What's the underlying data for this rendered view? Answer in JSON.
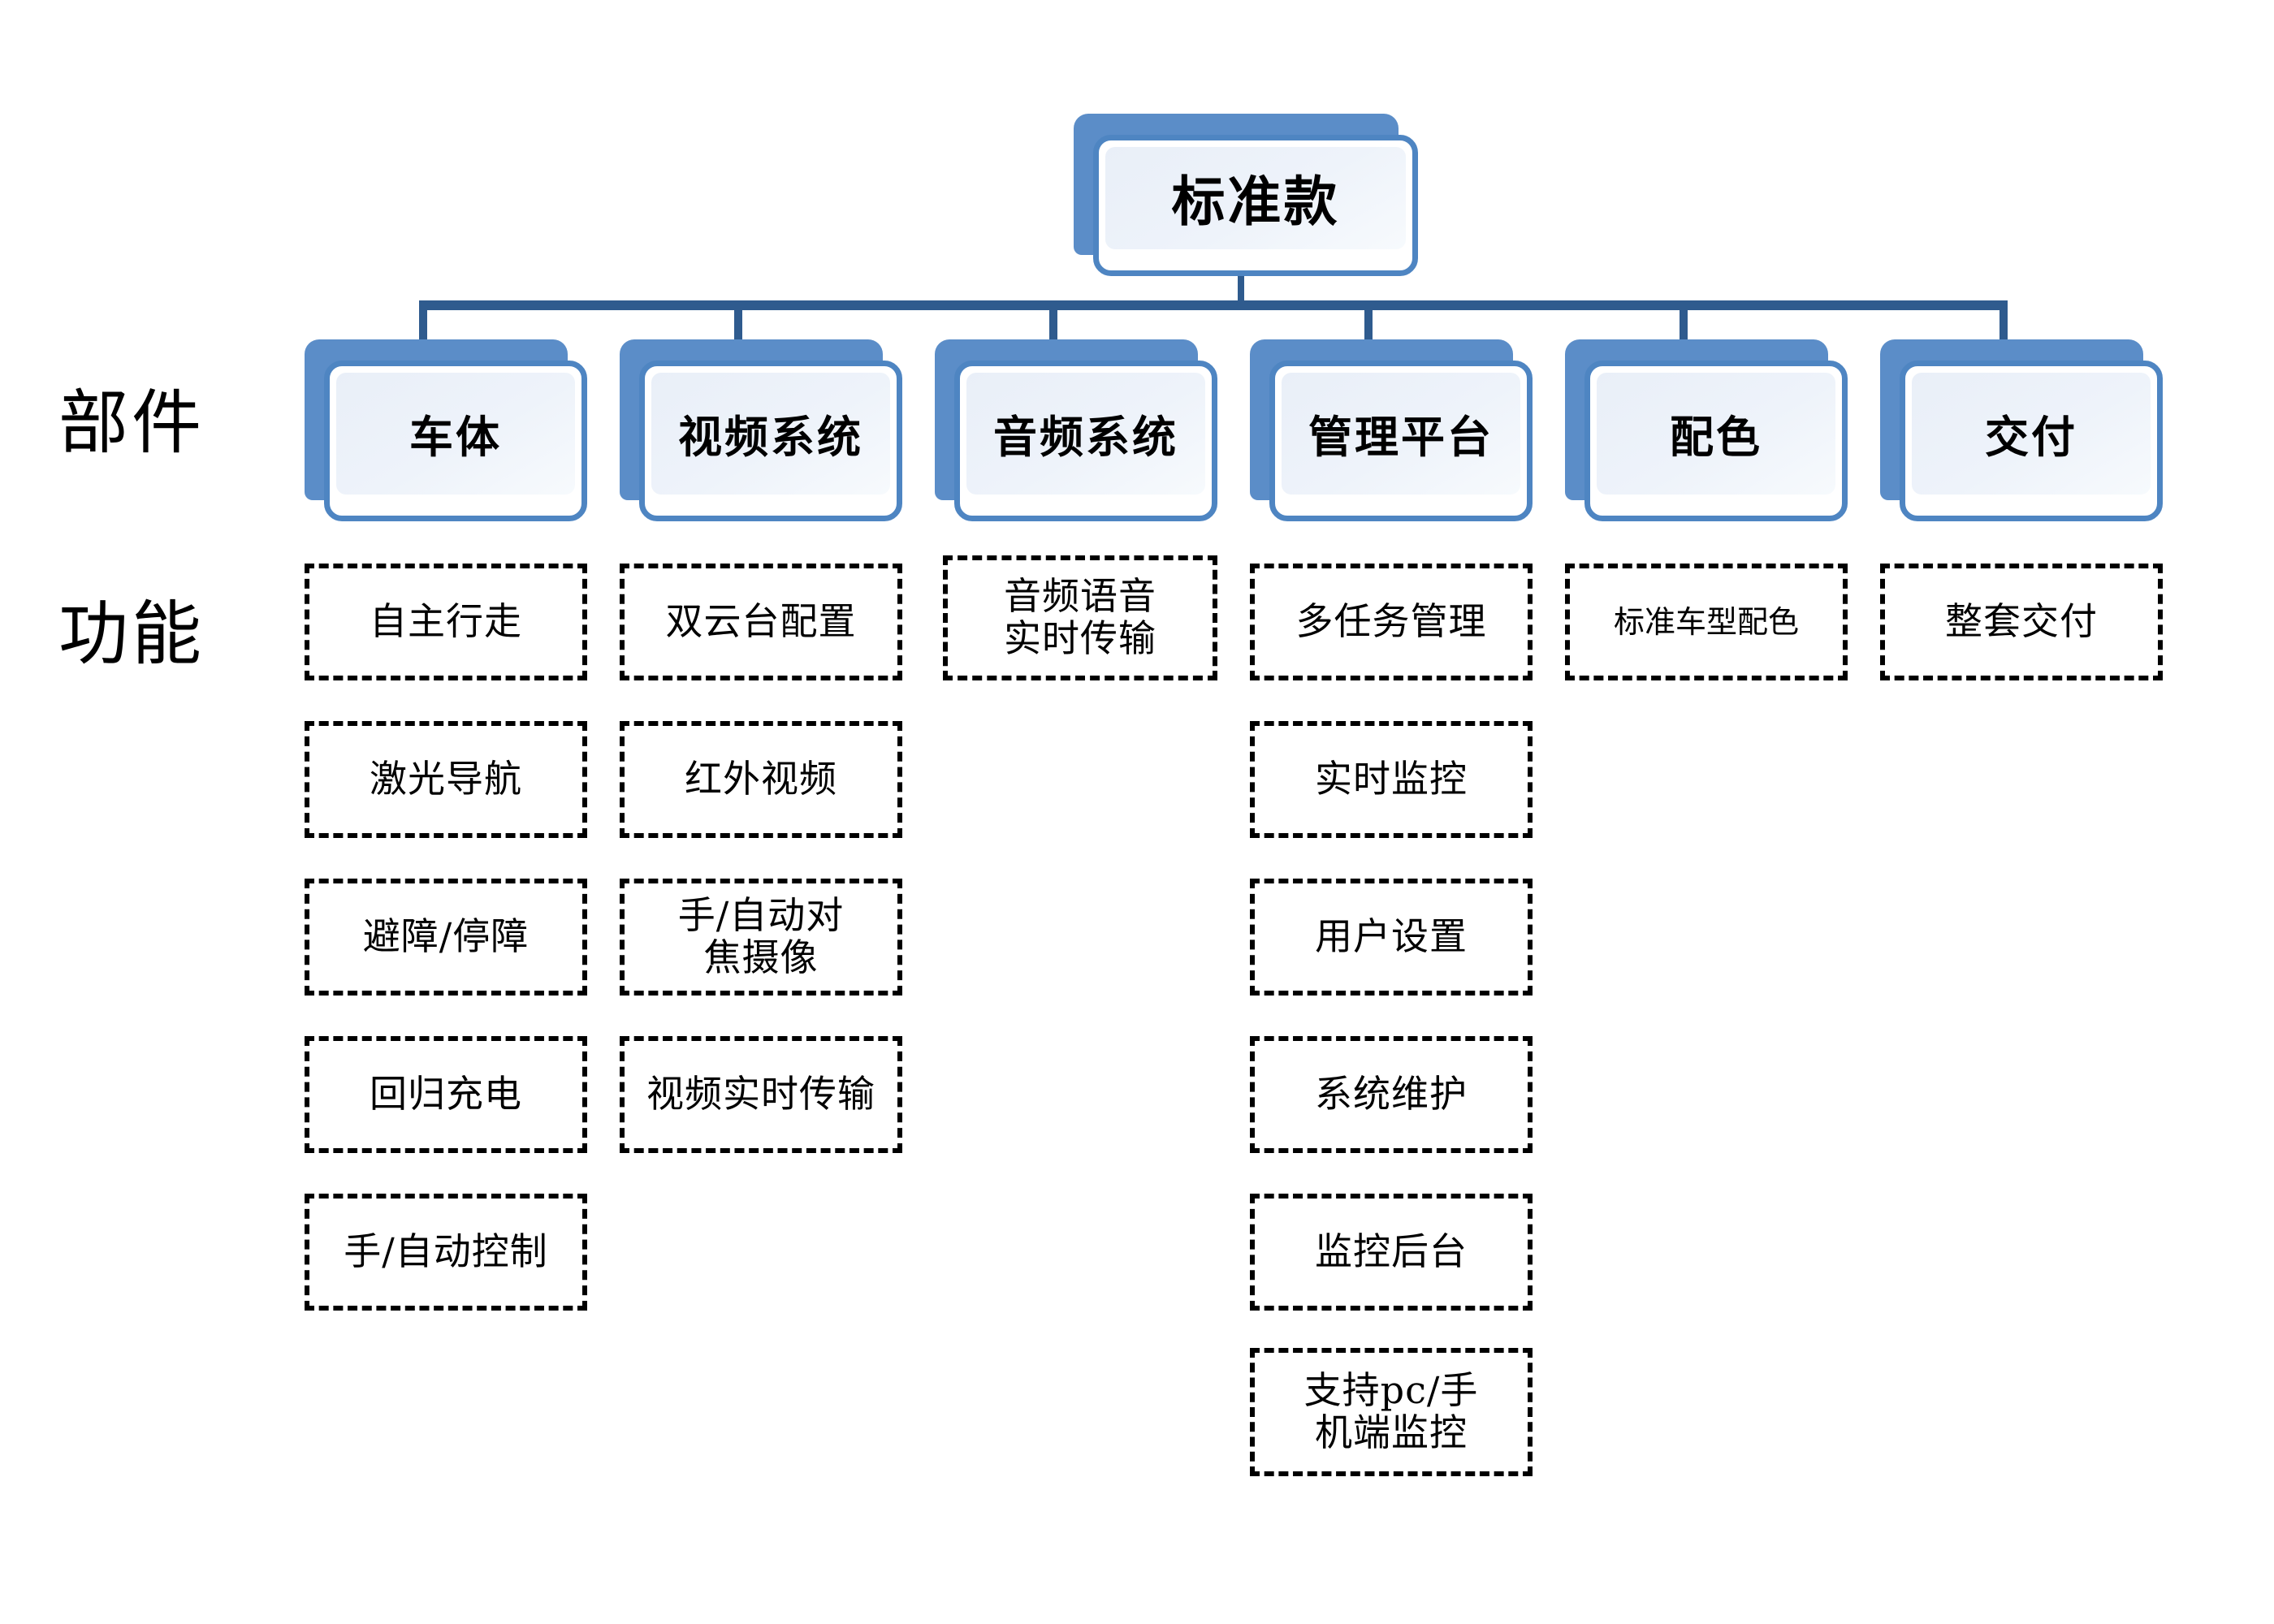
{
  "diagram": {
    "title_node": {
      "label": "标准款"
    },
    "row_labels": {
      "components": "部件",
      "functions": "功能"
    },
    "colors": {
      "node_plate": "#5B8DC8",
      "node_border": "#4E85C2",
      "node_inner_fill": "#EDF2FA",
      "connector": "#2F5B8E",
      "function_border": "#000000",
      "text": "#000000",
      "background": "#FFFFFF"
    },
    "columns": [
      {
        "component": "车体",
        "functions": [
          "自主行走",
          "激光导航",
          "避障/停障",
          "回归充电",
          "手/自动控制"
        ]
      },
      {
        "component": "视频系统",
        "functions": [
          "双云台配置",
          "红外视频",
          "手/自动对\n焦摄像",
          "视频实时传输"
        ]
      },
      {
        "component": "音频系统",
        "functions": [
          "音频语音\n实时传输"
        ]
      },
      {
        "component": "管理平台",
        "functions": [
          "多任务管理",
          "实时监控",
          "用户设置",
          "系统维护",
          "监控后台",
          "支持pc/手\n机端监控"
        ]
      },
      {
        "component": "配色",
        "functions": [
          "标准车型配色"
        ]
      },
      {
        "component": "交付",
        "functions": [
          "整套交付"
        ]
      }
    ]
  }
}
